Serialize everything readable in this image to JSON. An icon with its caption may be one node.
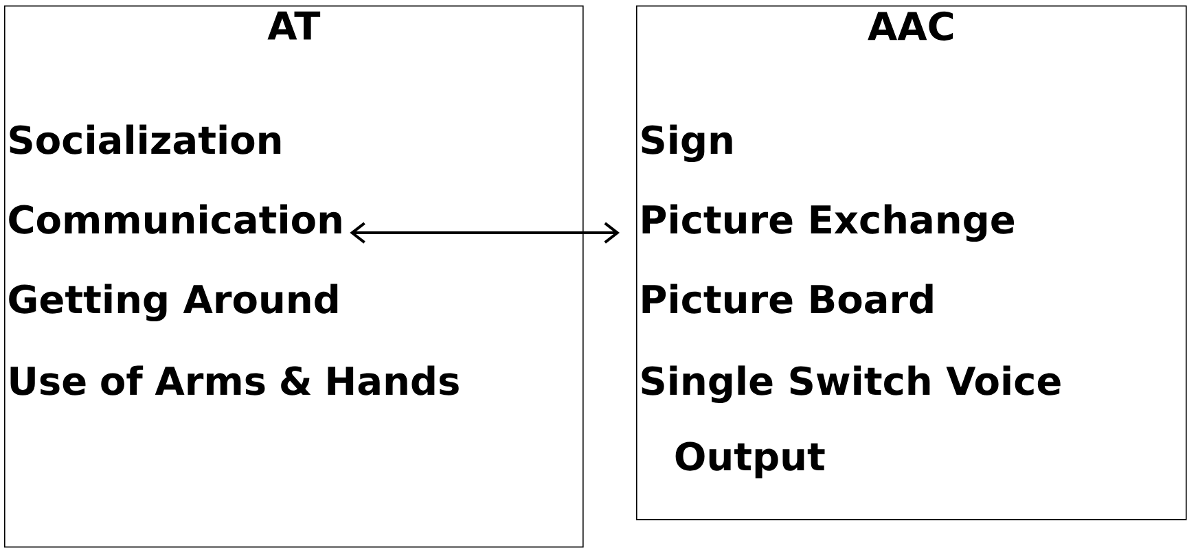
{
  "diagram": {
    "nodes": [
      {
        "text": [
          "AT"
        ]
      },
      {
        "text": [
          "Socialization"
        ],
        "in": 0
      },
      {
        "text": [
          "Communication"
        ],
        "in": 0
      },
      {
        "text": [
          "Getting Around"
        ],
        "in": 0
      },
      {
        "text": [
          "Use of Arms & Hands"
        ],
        "in": 0
      },
      {
        "text": [
          "AAC"
        ]
      },
      {
        "text": [
          "Sign"
        ],
        "in": 5
      },
      {
        "text": [
          "Picture Exchange"
        ],
        "in": 5
      },
      {
        "text": [
          "Picture Board"
        ],
        "in": 5
      },
      {
        "text": [
          "Single Switch Voice Output"
        ],
        "in": 5
      }
    ],
    "edges": [
      {
        "from": 2,
        "to": 7,
        "arrow": "both"
      }
    ]
  }
}
